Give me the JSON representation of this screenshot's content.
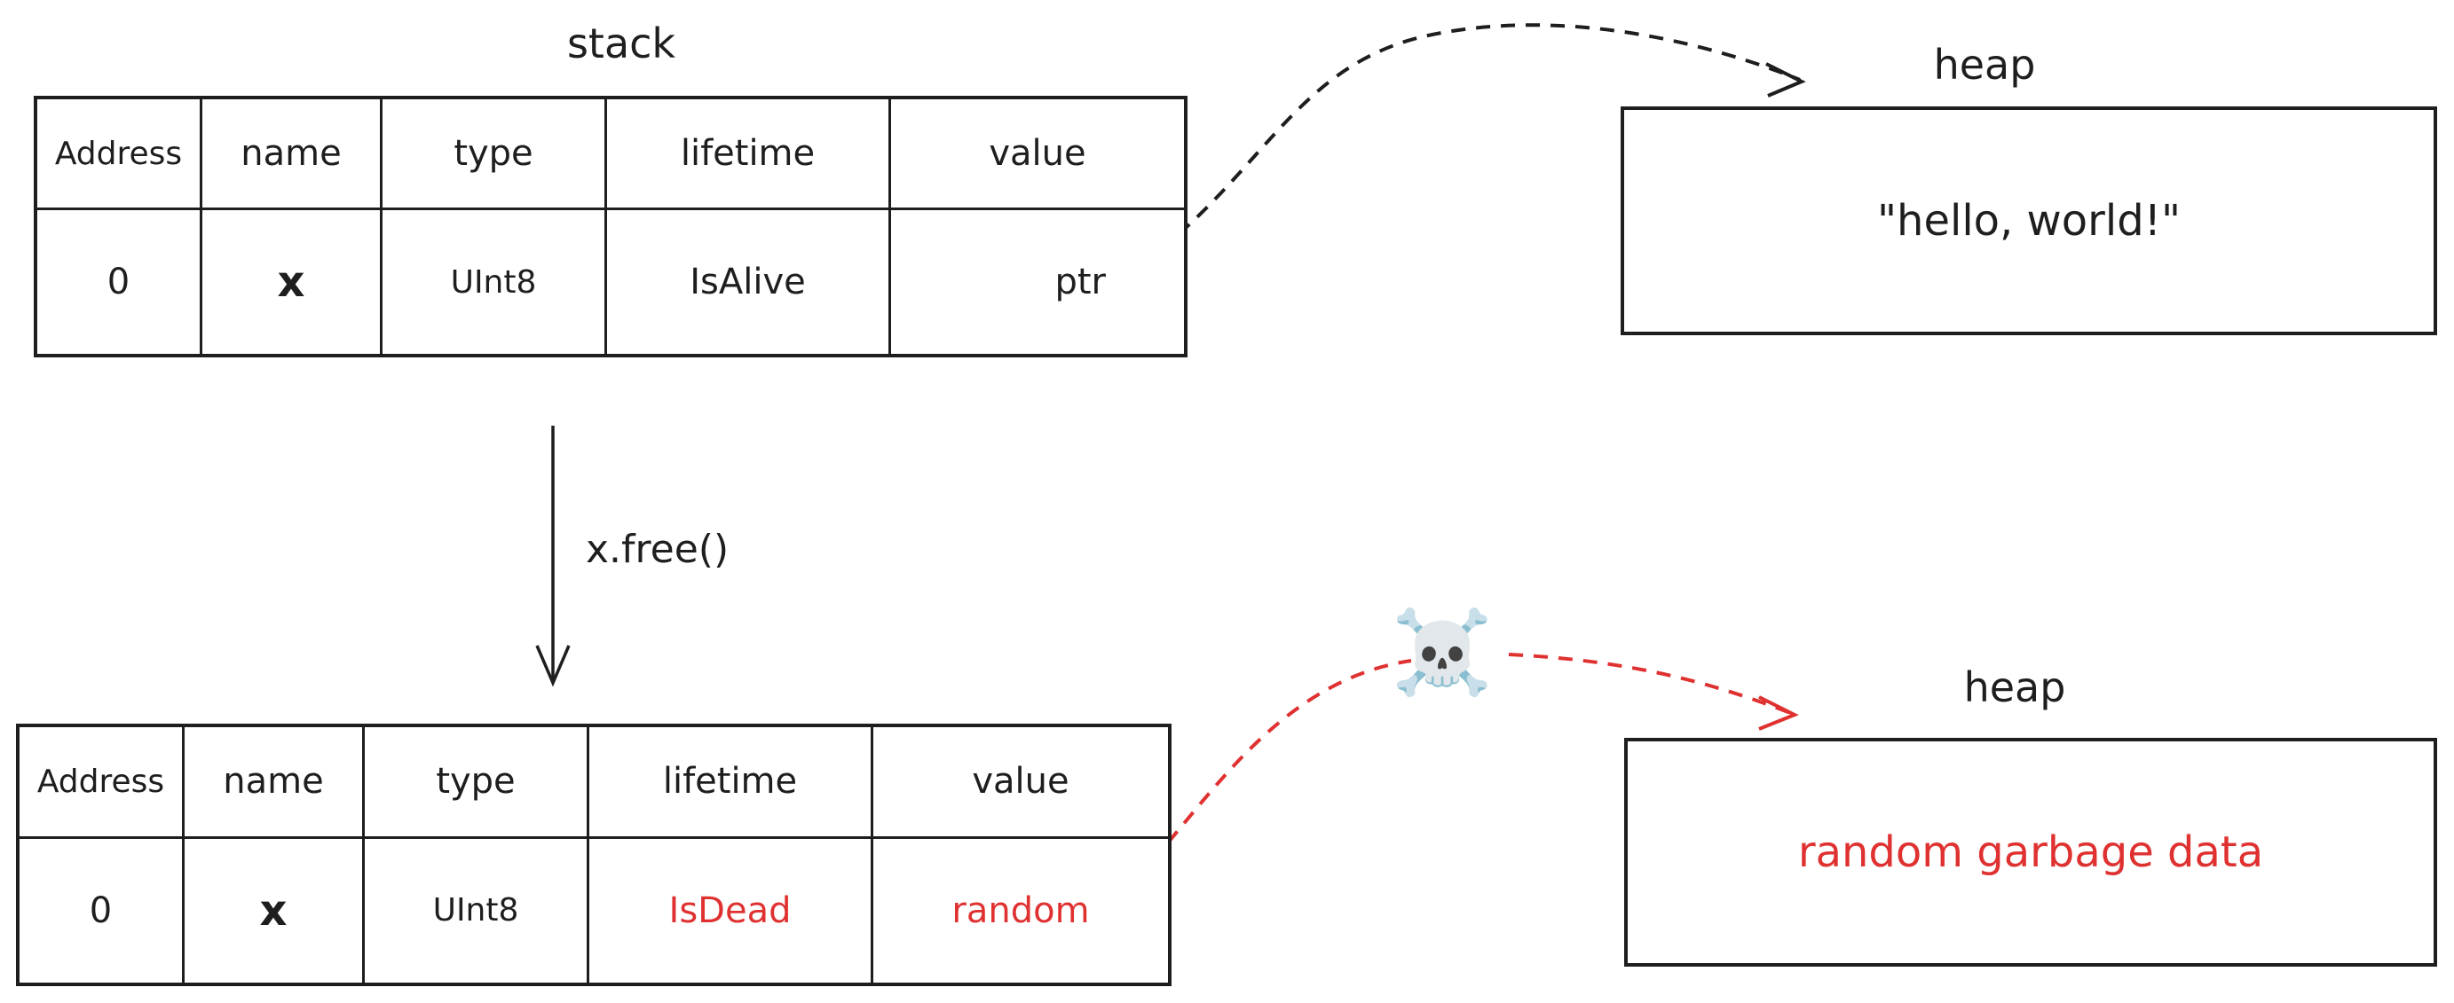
{
  "top": {
    "stack_title": "stack",
    "heap_title": "heap",
    "headers": [
      "Address",
      "name",
      "type",
      "lifetime",
      "value"
    ],
    "row": [
      "0",
      "x",
      "UInt8",
      "IsAlive",
      "ptr"
    ],
    "heap_content": "\"hello, world!\""
  },
  "operation": {
    "label": "x.free()"
  },
  "bottom": {
    "heap_title": "heap",
    "headers": [
      "Address",
      "name",
      "type",
      "lifetime",
      "value"
    ],
    "row": [
      "0",
      "x",
      "UInt8",
      "IsDead",
      "random"
    ],
    "heap_content": "random garbage data",
    "dead_marker": "☠️"
  },
  "colors": {
    "ink": "#1e1e1e",
    "danger": "#e03131"
  }
}
